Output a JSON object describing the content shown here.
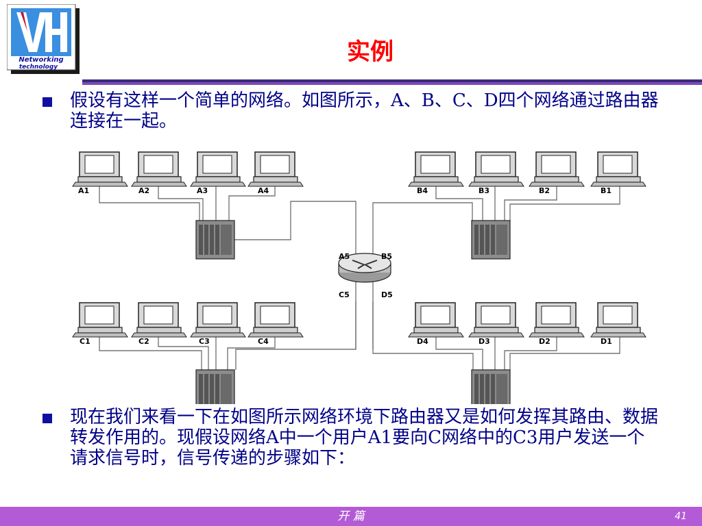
{
  "logo": {
    "line1": "Networking",
    "line2": "technology"
  },
  "slide": {
    "title": "实例"
  },
  "bullets": [
    {
      "text": "假设有这样一个简单的网络。如图所示，A、B、C、D四个网络通过路由器连接在一起。"
    },
    {
      "text": "现在我们来看一下在如图所示网络环境下路由器又是如何发挥其路由、数据转发作用的。现假设网络A中一个用户A1要向C网络中的C3用户发送一个请求信号时，信号传递的步骤如下："
    }
  ],
  "diagram": {
    "groups": [
      {
        "labels": [
          "A1",
          "A2",
          "A3",
          "A4"
        ]
      },
      {
        "labels": [
          "B4",
          "B3",
          "B2",
          "B1"
        ]
      },
      {
        "labels": [
          "C1",
          "C2",
          "C3",
          "C4"
        ]
      },
      {
        "labels": [
          "D4",
          "D3",
          "D2",
          "D1"
        ]
      }
    ],
    "router_ports": [
      "A5",
      "B5",
      "C5",
      "D5"
    ]
  },
  "footer": {
    "center": "开 篇",
    "page": "41"
  }
}
